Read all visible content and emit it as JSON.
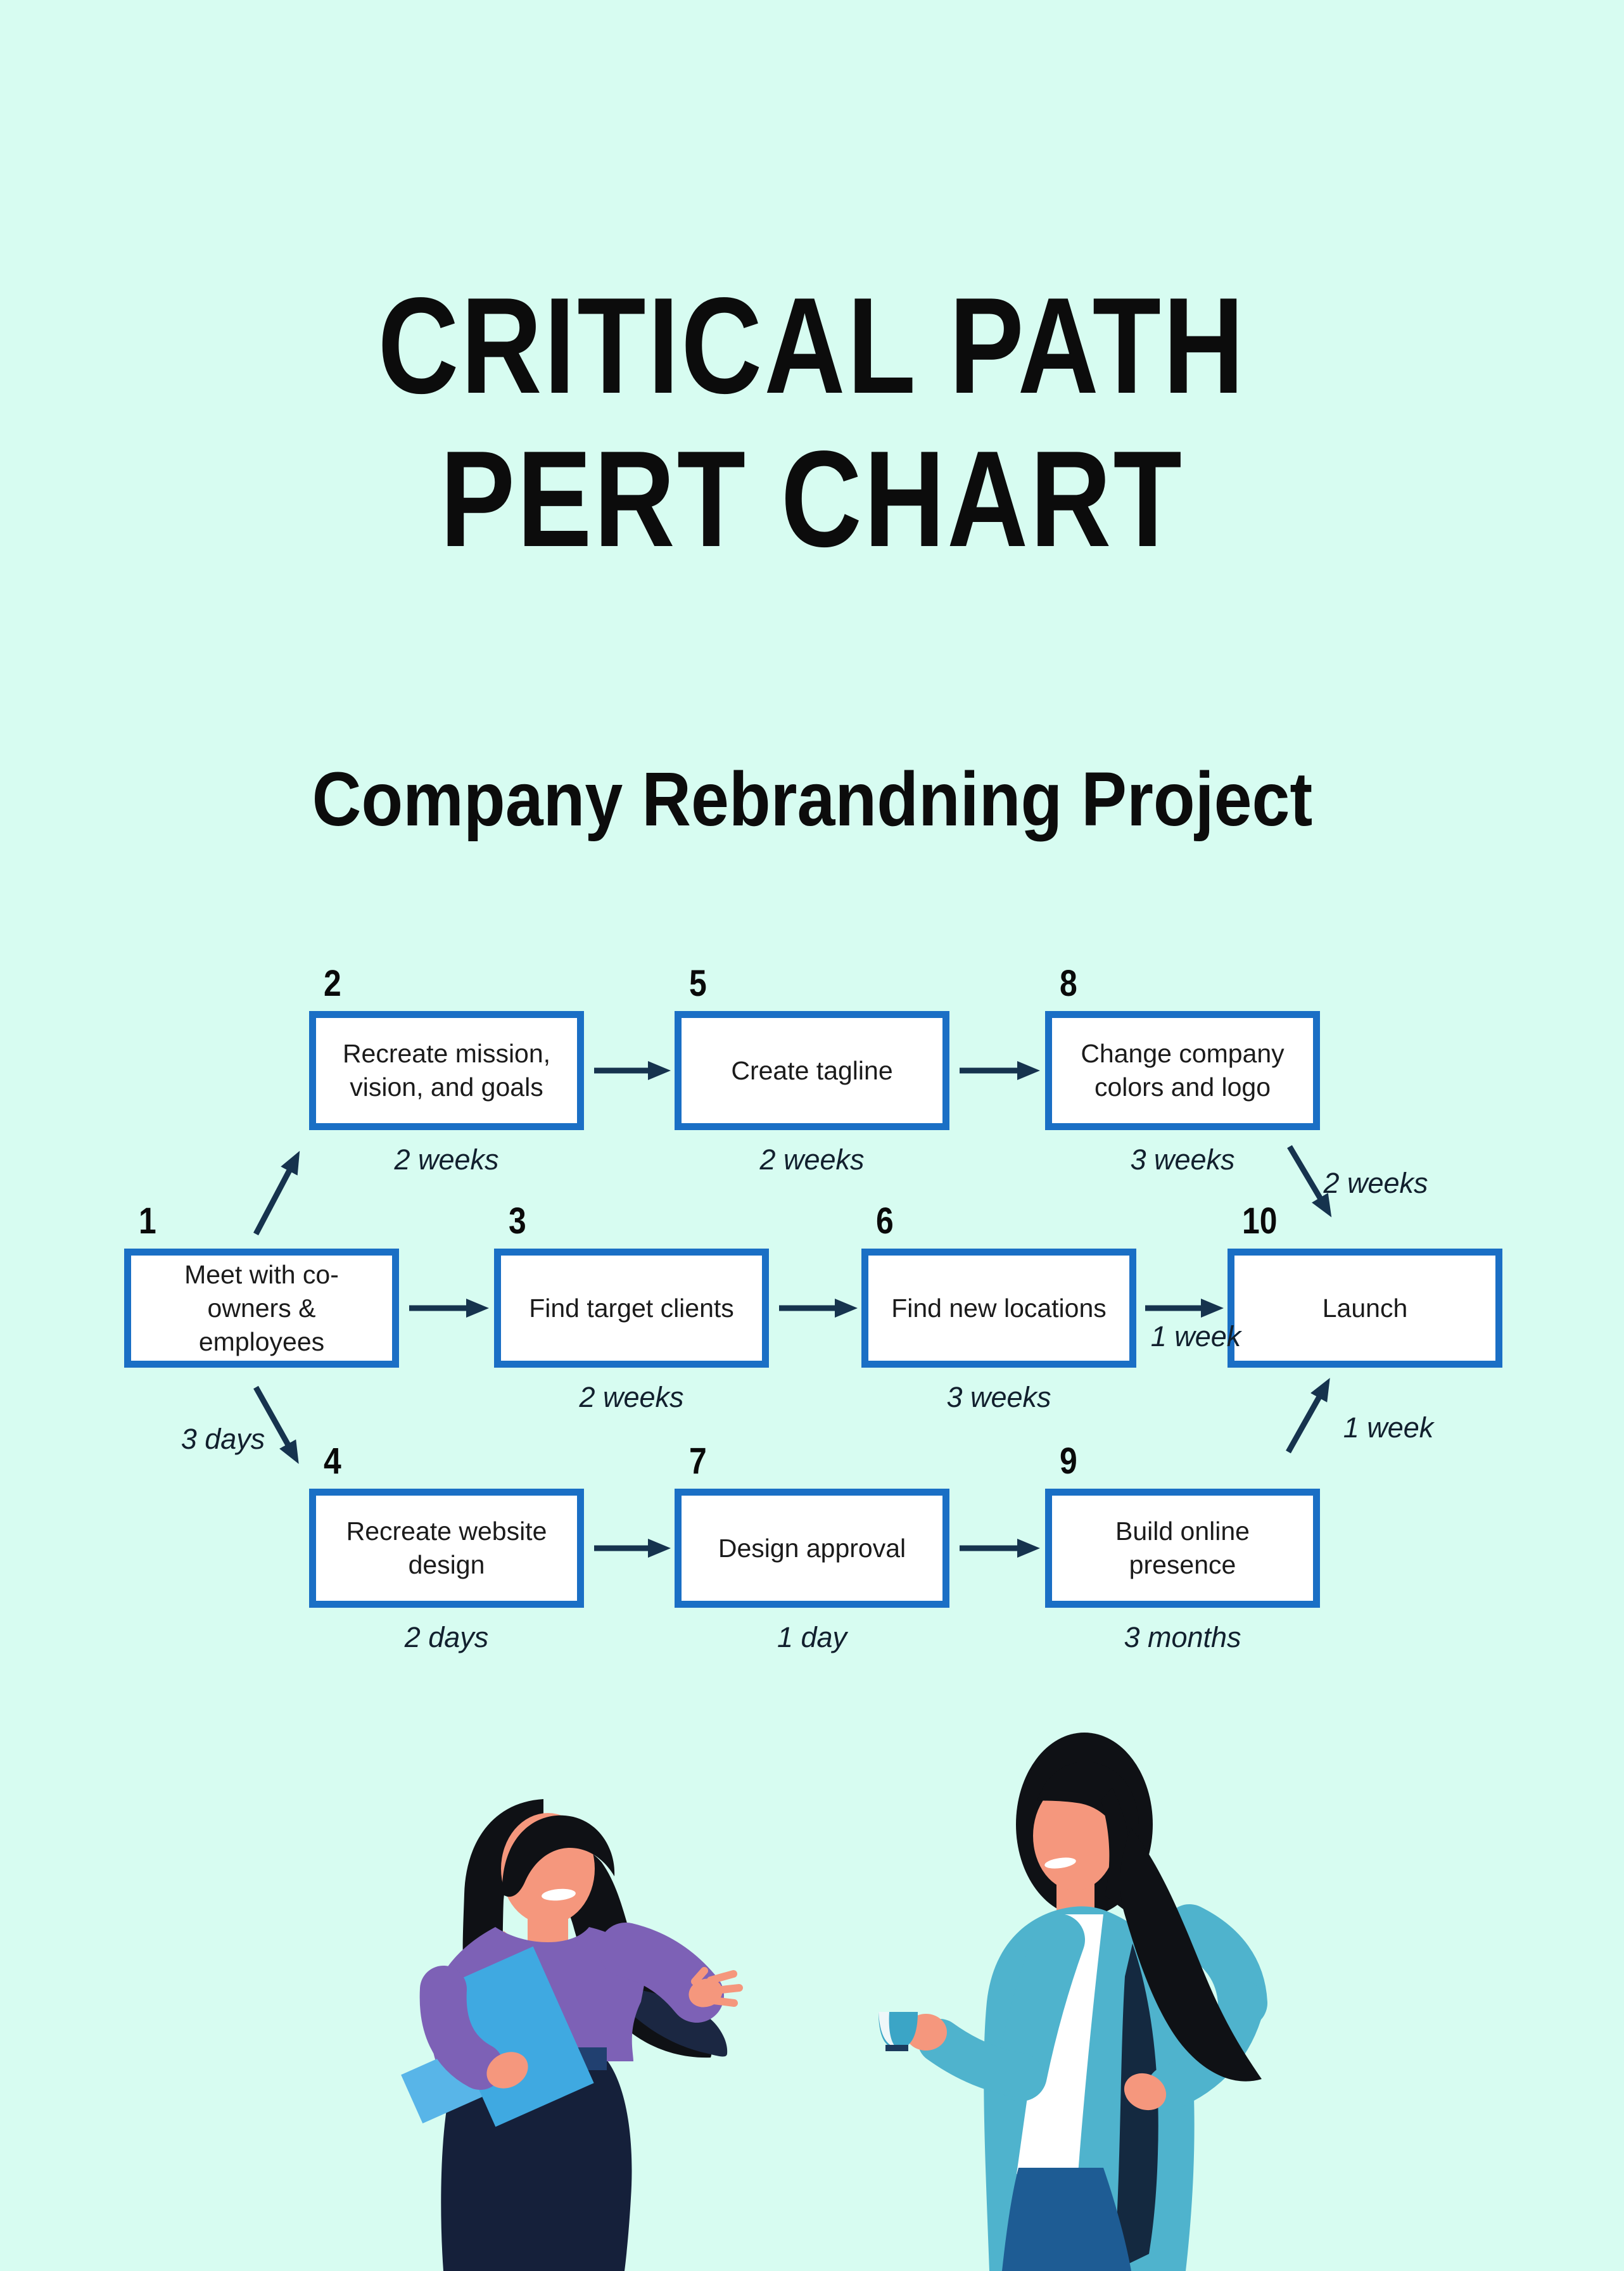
{
  "page": {
    "background": "#d7fcf1"
  },
  "title": {
    "lines": [
      "CRITICAL PATH",
      "PERT CHART"
    ]
  },
  "subtitle": "Company Rebrandning Project",
  "chart": {
    "type": "pert-diagram",
    "box_border_color": "#1a6fc5",
    "box_fill": "#ffffff",
    "arrow_color": "#16334e",
    "nodes": [
      {
        "id": "1",
        "label": [
          "Meet with co-",
          "owners &",
          "employees"
        ],
        "duration": null
      },
      {
        "id": "2",
        "label": [
          "Recreate mission,",
          "vision, and goals"
        ],
        "duration": "2 weeks"
      },
      {
        "id": "3",
        "label": [
          "Find target clients"
        ],
        "duration": "2 weeks"
      },
      {
        "id": "4",
        "label": [
          "Recreate website",
          "design"
        ],
        "duration": "2 days"
      },
      {
        "id": "5",
        "label": [
          "Create tagline"
        ],
        "duration": "2 weeks"
      },
      {
        "id": "6",
        "label": [
          "Find new locations"
        ],
        "duration": "3 weeks"
      },
      {
        "id": "7",
        "label": [
          "Design approval"
        ],
        "duration": "1 day"
      },
      {
        "id": "8",
        "label": [
          "Change company",
          "colors and logo"
        ],
        "duration": "3 weeks"
      },
      {
        "id": "9",
        "label": [
          "Build online",
          "presence"
        ],
        "duration": "3 months"
      },
      {
        "id": "10",
        "label": [
          "Launch"
        ],
        "duration": null
      }
    ],
    "edges": [
      {
        "from": "1",
        "to": "2",
        "label": null
      },
      {
        "from": "1",
        "to": "3",
        "label": null
      },
      {
        "from": "1",
        "to": "4",
        "label": "3 days"
      },
      {
        "from": "2",
        "to": "5",
        "label": null
      },
      {
        "from": "3",
        "to": "6",
        "label": null
      },
      {
        "from": "4",
        "to": "7",
        "label": null
      },
      {
        "from": "5",
        "to": "8",
        "label": null
      },
      {
        "from": "6",
        "to": "10",
        "label": "1 week"
      },
      {
        "from": "7",
        "to": "9",
        "label": null
      },
      {
        "from": "8",
        "to": "10",
        "label": "2 weeks"
      },
      {
        "from": "9",
        "to": "10",
        "label": "1 week"
      }
    ]
  },
  "illustration": {
    "name": "two-women-talking",
    "colors": {
      "hair": "#0f1115",
      "hair_shadow_navy": "#1b2742",
      "skin": "#f5977d",
      "smile": "#ffffff",
      "left_woman_top": "#7d61b6",
      "folder": "#3fa9e1",
      "folder_sheet": "#58b5e8",
      "left_woman_pants": "#15203a",
      "belt": "#214070",
      "belt_ring": "#ffffff",
      "right_woman_cardigan": "#4fb3cd",
      "right_woman_shirt": "#ffffff",
      "right_woman_jeans": "#1e5c94",
      "inner_shadow": "#142940",
      "cup": "#3ba5c6",
      "cup_stripe": "#eef7f9",
      "cup_base": "#1b3a5c"
    }
  }
}
